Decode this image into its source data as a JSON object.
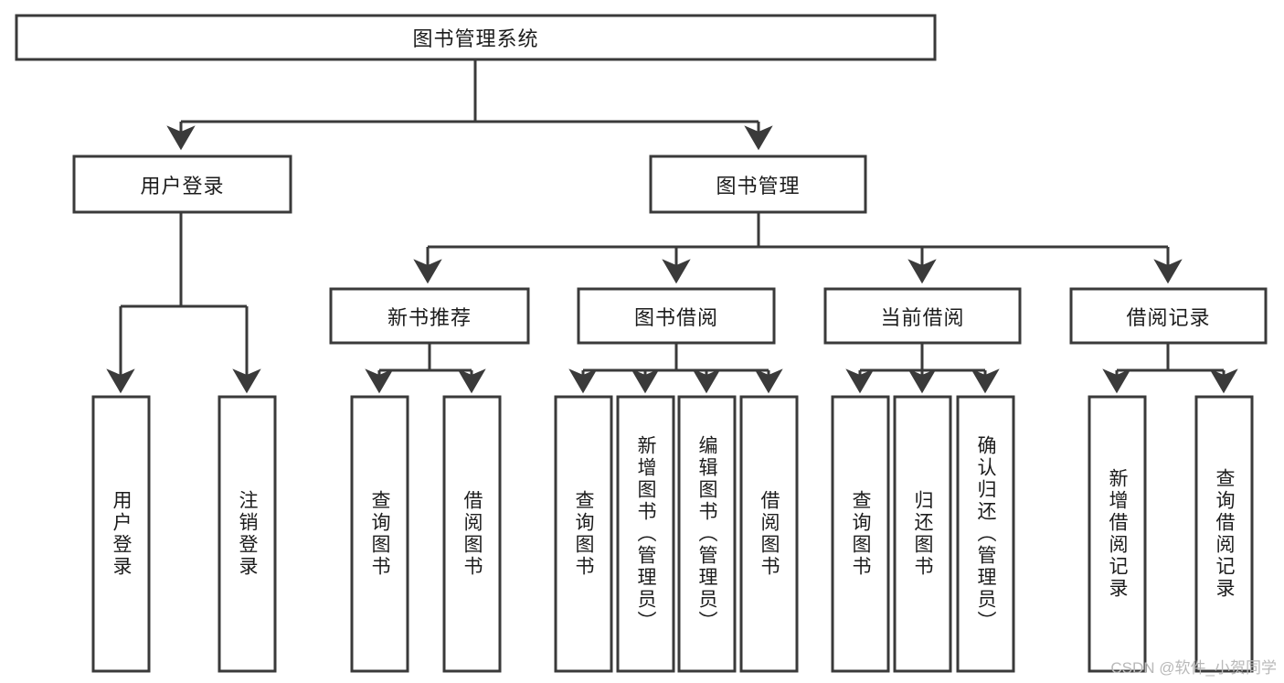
{
  "diagram": {
    "title": "图书管理系统",
    "watermark": "CSDN @软件_小贺同学",
    "root": {
      "label": "图书管理系统"
    },
    "level1": [
      {
        "label": "用户登录"
      },
      {
        "label": "图书管理"
      }
    ],
    "level2": [
      {
        "label": "新书推荐"
      },
      {
        "label": "图书借阅"
      },
      {
        "label": "当前借阅"
      },
      {
        "label": "借阅记录"
      }
    ],
    "leaves_login": [
      {
        "label": "用户登录"
      },
      {
        "label": "注销登录"
      }
    ],
    "leaves_newbook": [
      {
        "label": "查询图书"
      },
      {
        "label": "借阅图书"
      }
    ],
    "leaves_borrow": [
      {
        "label": "查询图书"
      },
      {
        "label": "新增图书（管理员）"
      },
      {
        "label": "编辑图书（管理员）"
      },
      {
        "label": "借阅图书"
      }
    ],
    "leaves_current": [
      {
        "label": "查询图书"
      },
      {
        "label": "归还图书"
      },
      {
        "label": "确认归还（管理员）"
      }
    ],
    "leaves_record": [
      {
        "label": "新增借阅记录"
      },
      {
        "label": "查询借阅记录"
      }
    ],
    "colors": {
      "stroke": "#3a3a3a",
      "fill": "#ffffff",
      "text": "#1c1c1c",
      "watermark": "#b9b9b9"
    }
  }
}
